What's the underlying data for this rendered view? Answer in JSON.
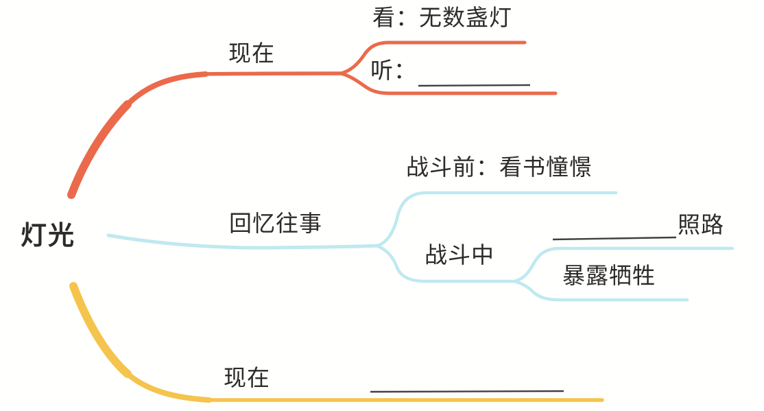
{
  "root": {
    "label": "灯光"
  },
  "colors": {
    "background": "#fffffe",
    "branch_top": "#EA6A4B",
    "branch_middle": "#BFE9EF",
    "branch_bottom": "#F4C44C",
    "text": "#2D2B28",
    "blank_line": "#404040"
  },
  "branches": [
    {
      "label": "现在",
      "children": [
        {
          "label": "看：无数盏灯",
          "has_blank_line": false
        },
        {
          "label": "听：",
          "has_blank_line": true,
          "blank_position": "after-label"
        }
      ]
    },
    {
      "label": "回忆往事",
      "children": [
        {
          "label": "战斗前：看书憧憬",
          "has_blank_line": false
        },
        {
          "label": "战斗中",
          "has_blank_line": false,
          "children": [
            {
              "label": "照路",
              "has_blank_line": true,
              "blank_position": "before-label"
            },
            {
              "label": "暴露牺牲",
              "has_blank_line": false
            }
          ]
        }
      ]
    },
    {
      "label": "现在",
      "children": [
        {
          "label": "",
          "has_blank_line": true,
          "blank_position": "alone"
        }
      ]
    }
  ]
}
